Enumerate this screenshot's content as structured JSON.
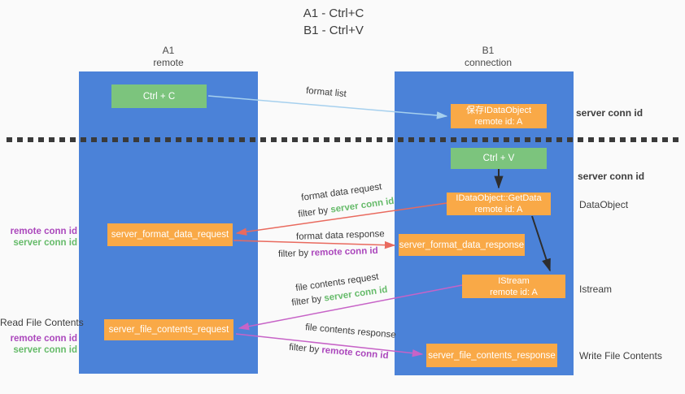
{
  "title": {
    "line1": "A1 - Ctrl+C",
    "line2": "B1 - Ctrl+V"
  },
  "columns": {
    "left": {
      "name": "A1",
      "subtitle": "remote"
    },
    "right": {
      "name": "B1",
      "subtitle": "connection"
    }
  },
  "nodes": {
    "ctrl_c": {
      "label": "Ctrl + C"
    },
    "save_idataobject": {
      "line1": "保存IDataObject",
      "line2": "remote id: A"
    },
    "ctrl_v": {
      "label": "Ctrl + V"
    },
    "getdata": {
      "line1": "IDataObject::GetData",
      "line2": "remote id: A"
    },
    "format_request": {
      "label": "server_format_data_request"
    },
    "format_response": {
      "label": "server_format_data_response"
    },
    "istream": {
      "line1": "IStream",
      "line2": "remote id: A"
    },
    "file_request": {
      "label": "server_file_contents_request"
    },
    "file_response": {
      "label": "server_file_contents_response"
    }
  },
  "arrow_labels": {
    "format_list": "format list",
    "format_data_request": "format data request",
    "format_data_response": "format data response",
    "file_contents_request": "file contents request",
    "file_contents_response": "file contents response",
    "filter_by": "filter by ",
    "server_conn_id": "server conn id",
    "remote_conn_id": "remote conn id"
  },
  "side_labels": {
    "server_conn_id_top": "server conn id",
    "server_conn_id_mid": "server conn id",
    "dataobject": "DataObject",
    "istream": "Istream",
    "write_file_contents": "Write File Contents",
    "read_file_contents": "Read File Contents",
    "left_mid": {
      "remote": "remote conn id",
      "server": "server conn id"
    },
    "left_bottom": {
      "remote": "remote conn id",
      "server": "server conn id"
    }
  },
  "colors": {
    "column_blue": "#4b82d8",
    "box_green": "#7cc47d",
    "box_orange": "#f9a947",
    "arrow_lightblue": "#a6d0ee",
    "arrow_salmon": "#e96a5e",
    "arrow_magenta": "#c763c7",
    "arrow_black": "#2d2d2d",
    "text_green": "#66bb6a",
    "text_purple": "#ab47bc"
  }
}
